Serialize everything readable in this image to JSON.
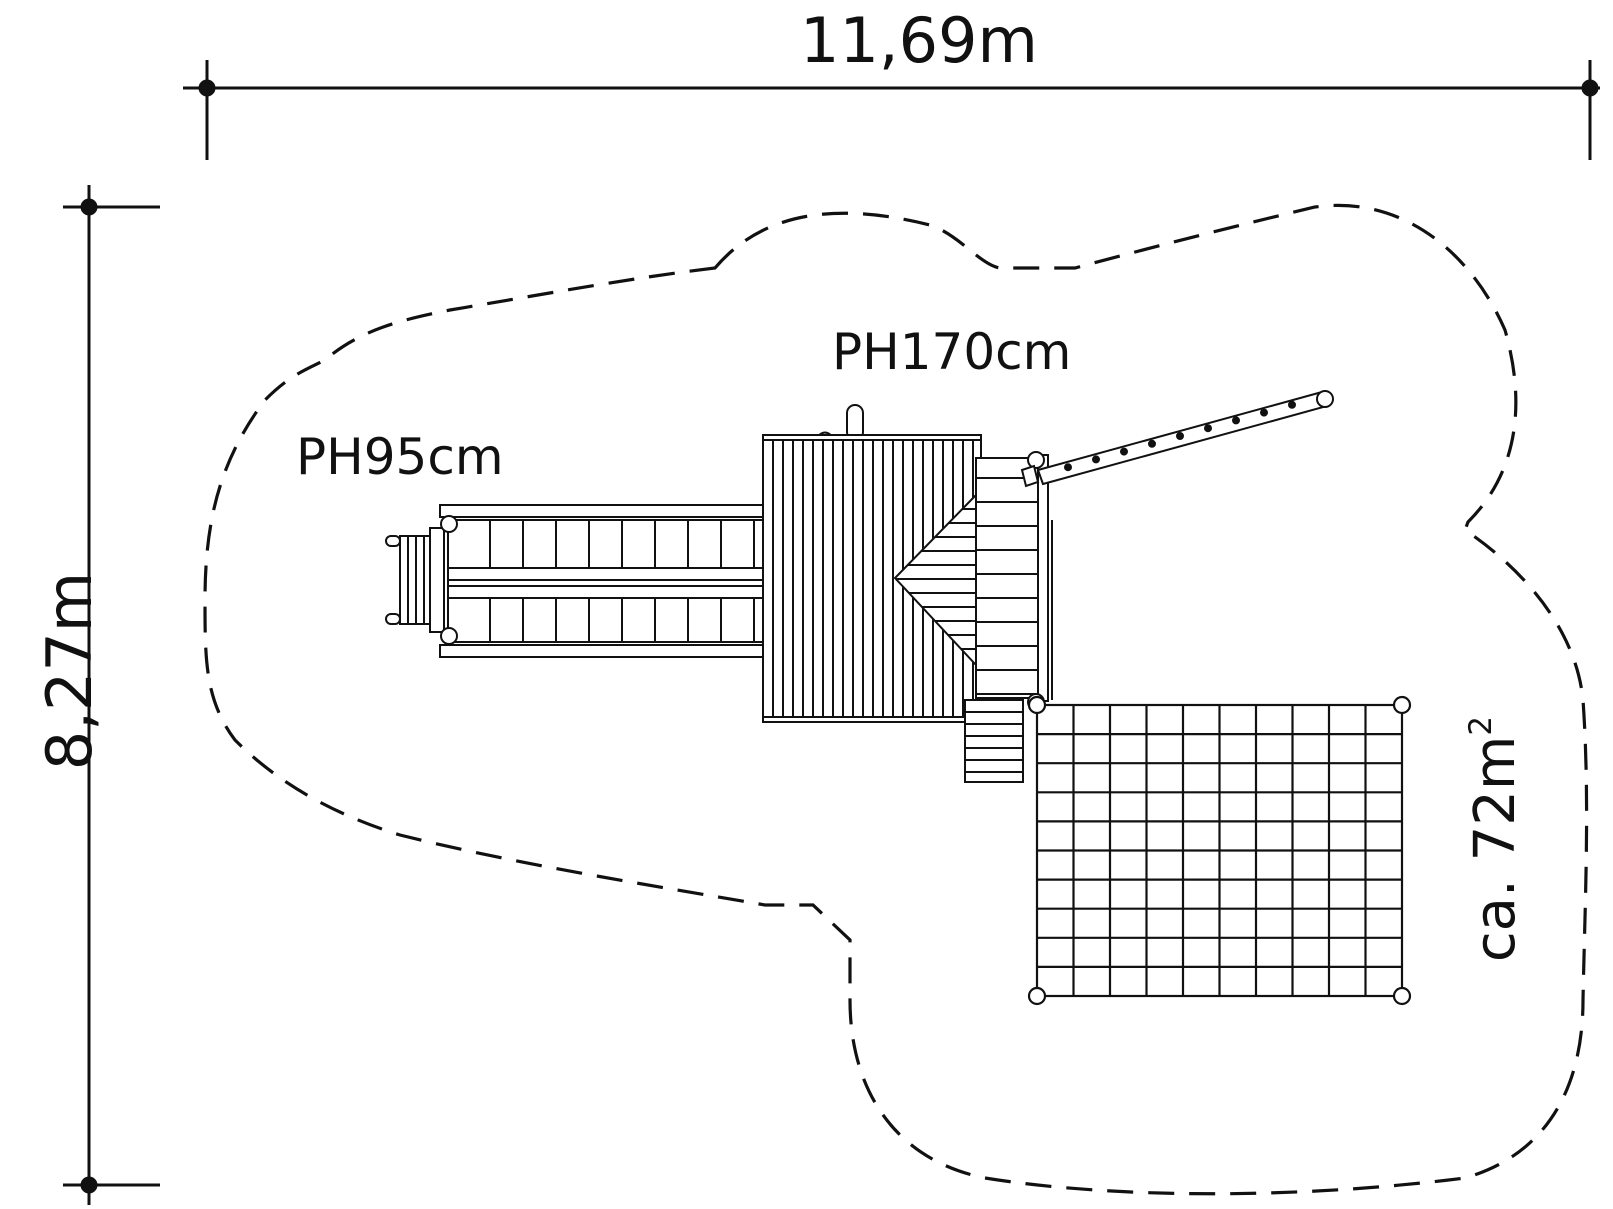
{
  "dimensions": {
    "width": "11,69m",
    "height": "8,27m"
  },
  "area": {
    "prefix": "ca. 72m",
    "exponent": "2"
  },
  "platforms": {
    "low": "PH95cm",
    "high": "PH170cm"
  },
  "colors": {
    "ink": "#111111",
    "background": "#ffffff"
  },
  "net": {
    "rows": 10,
    "cols": 10
  }
}
